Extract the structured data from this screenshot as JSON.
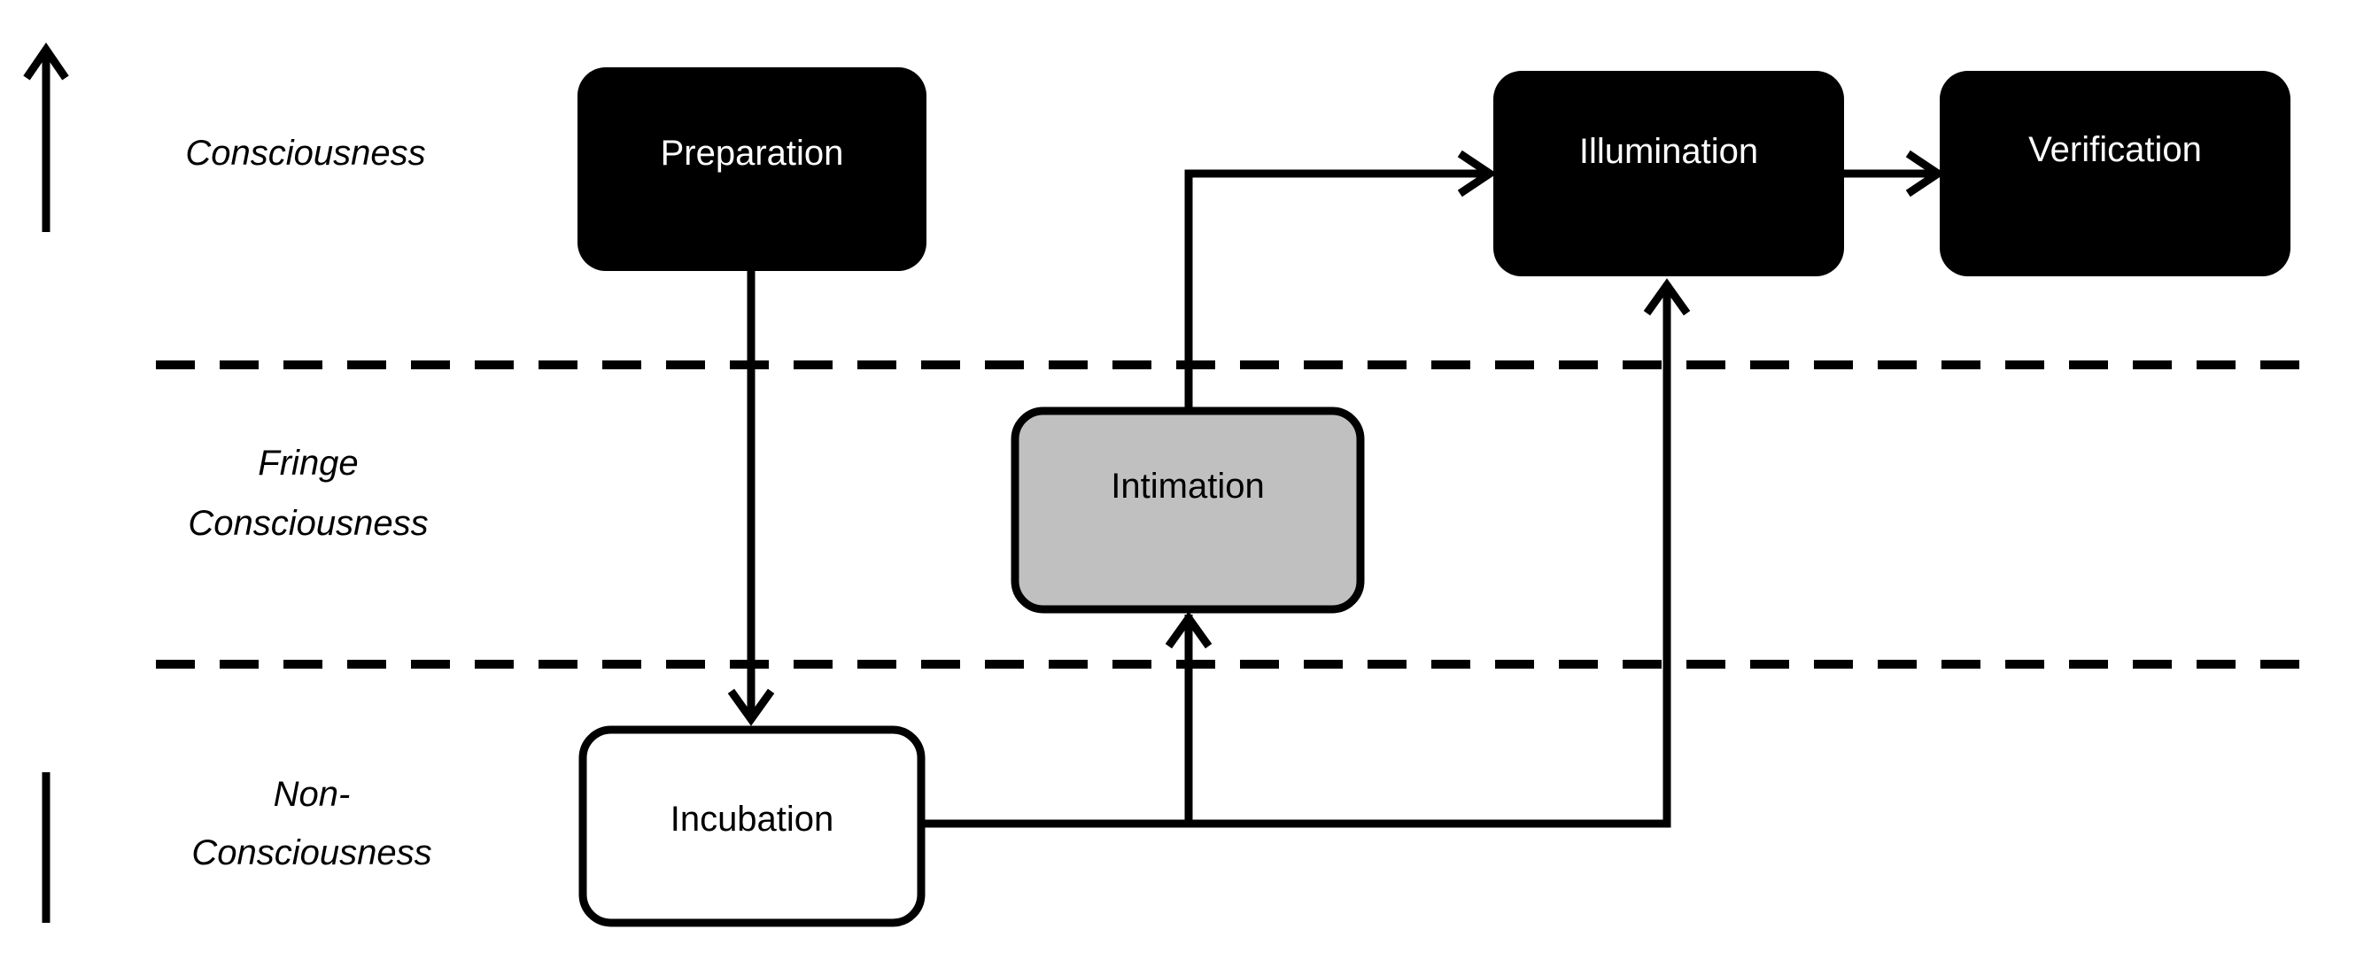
{
  "levels": {
    "consciousness": "Consciousness",
    "fringe": [
      "Fringe",
      "Consciousness"
    ],
    "non_consciousness": [
      "Non-",
      "Consciousness"
    ]
  },
  "nodes": {
    "preparation": {
      "label": "Preparation",
      "fill": "#000000",
      "text_color": "#ffffff"
    },
    "incubation": {
      "label": "Incubation",
      "fill": "#ffffff",
      "text_color": "#000000"
    },
    "intimation": {
      "label": "Intimation",
      "fill": "#c0c0c0",
      "text_color": "#000000"
    },
    "illumination": {
      "label": "Illumination",
      "fill": "#000000",
      "text_color": "#ffffff"
    },
    "verification": {
      "label": "Verification",
      "fill": "#000000",
      "text_color": "#ffffff"
    }
  }
}
